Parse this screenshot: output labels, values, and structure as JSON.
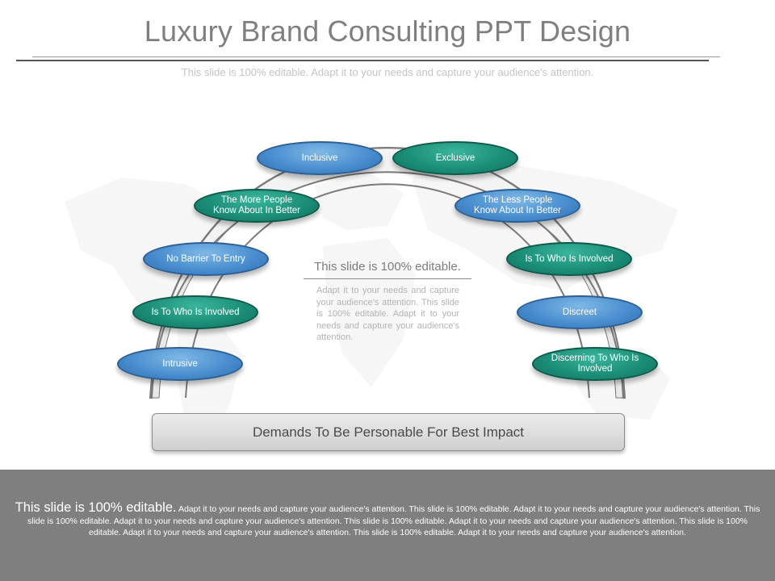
{
  "slide": {
    "title": "Luxury Brand Consulting PPT Design",
    "subtitle": "This slide is 100% editable. Adapt it to your needs and capture your audience's attention."
  },
  "diagram": {
    "left_nodes": [
      {
        "label": "Inclusive",
        "color": "blue"
      },
      {
        "label": "The More People Know About In Better",
        "color": "teal"
      },
      {
        "label": "No Barrier To Entry",
        "color": "blue"
      },
      {
        "label": "Is To Who Is Involved",
        "color": "teal"
      },
      {
        "label": "Intrusive",
        "color": "blue"
      }
    ],
    "right_nodes": [
      {
        "label": "Exclusive",
        "color": "teal"
      },
      {
        "label": "The Less People Know About In Better",
        "color": "blue"
      },
      {
        "label": "Is To Who Is Involved",
        "color": "teal"
      },
      {
        "label": "Discreet",
        "color": "blue"
      },
      {
        "label": "Discerning To Who Is Involved",
        "color": "teal"
      }
    ],
    "center": {
      "heading": "This slide is 100% editable.",
      "body": "Adapt it to your needs and capture your audience's attention. This slide is 100% editable. Adapt it to your needs and capture your audience's attention."
    },
    "banner": "Demands To Be Personable For Best Impact",
    "colors": {
      "blue": "#4b8fd0",
      "teal": "#1c8f78",
      "arch": "#e8e8e8",
      "footer": "#7f7f7f"
    }
  },
  "footer": {
    "lead": "This slide is 100% editable.",
    "body": "Adapt it to your needs and capture your audience's attention. This slide is 100% editable. Adapt it to your needs and capture your audience's attention. This slide is 100% editable. Adapt it to your needs and capture your audience's attention. This slide is 100% editable. Adapt it to your needs and capture your audience's attention. This slide is 100% editable. Adapt it to your needs and capture your audience's attention. This slide is 100% editable. Adapt it to your needs and capture your audience's attention."
  }
}
